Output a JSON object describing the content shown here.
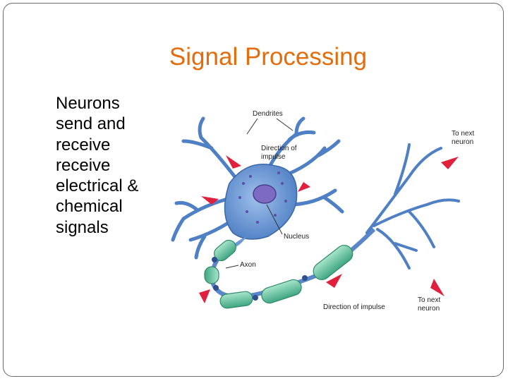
{
  "slide": {
    "title": "Signal Processing",
    "body_lines": [
      "Neurons",
      "send and",
      "receive",
      "receive",
      "electrical &",
      "chemical",
      "signals"
    ]
  },
  "diagram": {
    "labels": {
      "dendrites": "Dendrites",
      "direction_top_1": "Direction of",
      "direction_top_2": "impulse",
      "nucleus": "Nucleus",
      "axon": "Axon",
      "direction_bottom": "Direction of impulse",
      "to_next_neuron_top_1": "To next",
      "to_next_neuron_top_2": "neuron",
      "to_next_neuron_bottom_1": "To next",
      "to_next_neuron_bottom_2": "neuron"
    },
    "colors": {
      "neuron_body": "#5b86c9",
      "dendrite": "#4f7fc4",
      "myelin": "#5fbf9a",
      "node": "#2f4f8f",
      "arrow": "#e0203c",
      "title": "#e46c0a"
    }
  }
}
